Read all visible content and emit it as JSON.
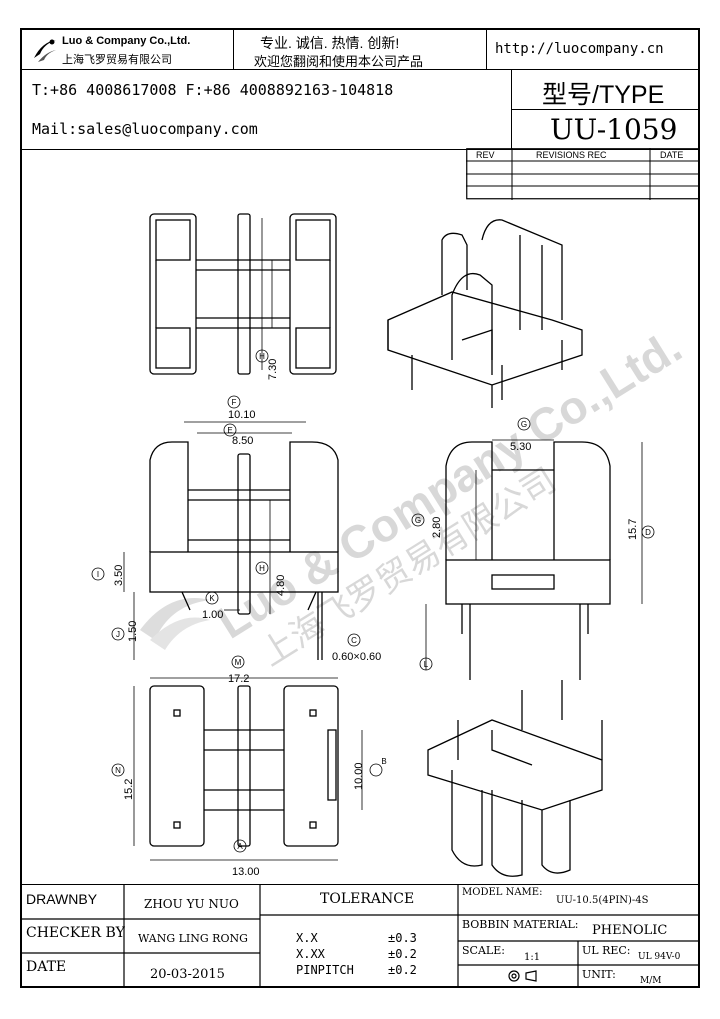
{
  "header": {
    "company_en": "Luo & Company Co.,Ltd.",
    "company_cn": "上海飞罗贸易有限公司",
    "slogan_1": "专业. 诚信. 热情. 创新!",
    "slogan_2": "欢迎您翻阅和使用本公司产品",
    "website": "http://luocompany.cn",
    "phone_fax": "T:+86 4008617008 F:+86 4008892163-104818",
    "email": "Mail:sales@luocompany.com",
    "type_label": "型号/TYPE",
    "model": "UU-1059"
  },
  "revisions": {
    "col_rev": "REV",
    "col_rec": "REVISIONS REC",
    "col_date": "DATE"
  },
  "watermark": {
    "text_en": "Luo & Company Co.,Ltd.",
    "text_cn": "上海飞罗贸易有限公司"
  },
  "dimensions": {
    "H": "7.30",
    "F": "10.10",
    "E": "8.50",
    "G": "5.30",
    "G2": "2.80",
    "D": "15.7",
    "I": "3.50",
    "H2": "4.80",
    "K": "1.00",
    "J": "1.50",
    "C": "0.60×0.60",
    "M": "17.2",
    "N": "15.2",
    "B": "10.00",
    "A": "13.00"
  },
  "labels": {
    "H": "H",
    "F": "F",
    "E": "E",
    "G": "G",
    "D": "D",
    "I": "I",
    "K": "K",
    "J": "J",
    "C": "C",
    "M": "M",
    "N": "N",
    "B": "B",
    "A": "A",
    "L": "L"
  },
  "title_block": {
    "drawn_by_label": "DRAWNBY",
    "drawn_by": "ZHOU YU NUO",
    "checker_label": "CHECKER BY",
    "checker": "WANG LING RONG",
    "date_label": "DATE",
    "date": "20-03-2015",
    "tolerance_label": "TOLERANCE",
    "tol_1_key": "X.X",
    "tol_1_val": "±0.3",
    "tol_2_key": "X.XX",
    "tol_2_val": "±0.2",
    "tol_3_key": "PINPITCH",
    "tol_3_val": "±0.2",
    "model_name_label": "MODEL NAME:",
    "model_name": "UU-10.5(4PIN)-4S",
    "bobbin_label": "BOBBIN MATERIAL:",
    "bobbin": "PHENOLIC",
    "scale_label": "SCALE:",
    "scale": "1:1",
    "ul_label": "UL REC:",
    "ul": "UL 94V-0",
    "unit_label": "UNIT:",
    "unit": "M/M"
  }
}
